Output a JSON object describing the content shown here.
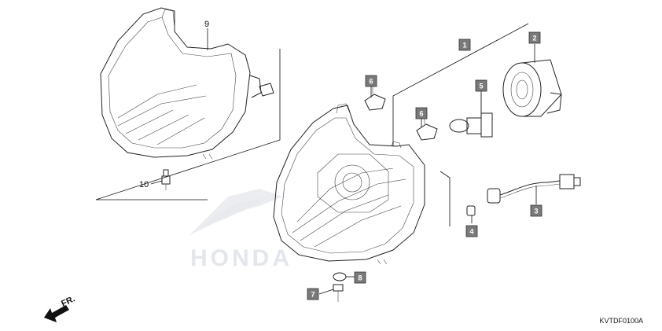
{
  "diagram": {
    "watermark_text": "HONDA",
    "direction_label": "FR.",
    "drawing_code": "KVTDF0100A",
    "callouts": [
      {
        "id": "1",
        "boxed": true
      },
      {
        "id": "2",
        "boxed": true
      },
      {
        "id": "3",
        "boxed": true
      },
      {
        "id": "4",
        "boxed": true
      },
      {
        "id": "5",
        "boxed": true
      },
      {
        "id": "6",
        "boxed": true
      },
      {
        "id": "6",
        "boxed": true
      },
      {
        "id": "7",
        "boxed": true
      },
      {
        "id": "8",
        "boxed": true
      },
      {
        "id": "9",
        "boxed": false
      },
      {
        "id": "10",
        "boxed": false
      }
    ],
    "colors": {
      "callout_box": "#7a7a7a",
      "line": "#222222",
      "watermark": "#e7e9ee"
    }
  }
}
